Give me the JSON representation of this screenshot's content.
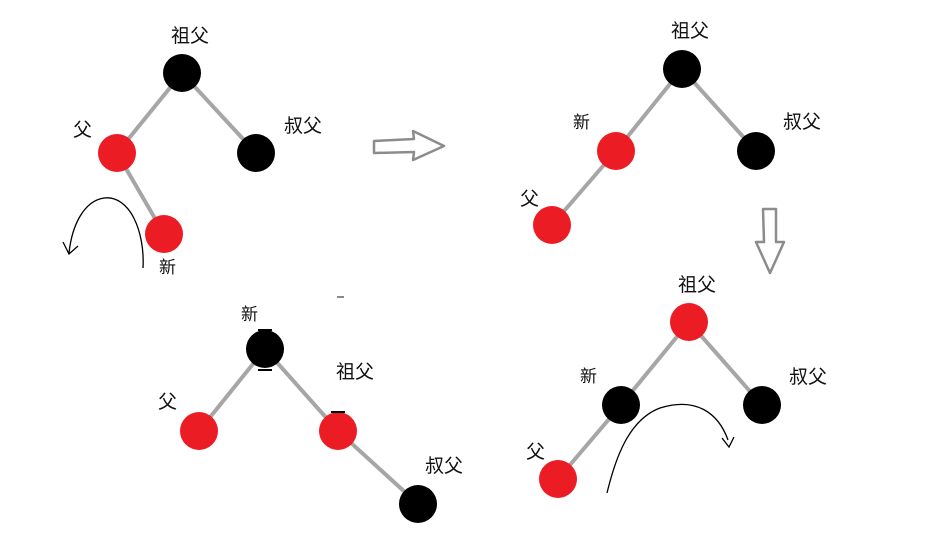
{
  "colors": {
    "red": "#ec1c24",
    "black": "#000000",
    "edge": "#a6a6a6",
    "arrow": "#8c8c8c"
  },
  "labels": {
    "grandfather": "祖父",
    "father": "父",
    "uncle": "叔父",
    "new": "新"
  },
  "trees": [
    {
      "name": "tree-initial",
      "nodes": [
        {
          "role": "grandfather",
          "color": "black"
        },
        {
          "role": "father",
          "color": "red"
        },
        {
          "role": "uncle",
          "color": "black"
        },
        {
          "role": "new",
          "color": "red"
        }
      ]
    },
    {
      "name": "tree-after-rotate-left",
      "nodes": [
        {
          "role": "grandfather",
          "color": "black"
        },
        {
          "role": "new",
          "color": "red"
        },
        {
          "role": "uncle",
          "color": "black"
        },
        {
          "role": "father",
          "color": "red"
        }
      ]
    },
    {
      "name": "tree-recolored",
      "nodes": [
        {
          "role": "grandfather",
          "color": "red"
        },
        {
          "role": "new",
          "color": "black"
        },
        {
          "role": "uncle",
          "color": "black"
        },
        {
          "role": "father",
          "color": "red"
        }
      ]
    },
    {
      "name": "tree-after-rotate-right",
      "nodes": [
        {
          "role": "new",
          "color": "black"
        },
        {
          "role": "father",
          "color": "red"
        },
        {
          "role": "grandfather",
          "color": "red"
        },
        {
          "role": "uncle",
          "color": "black"
        }
      ]
    }
  ]
}
